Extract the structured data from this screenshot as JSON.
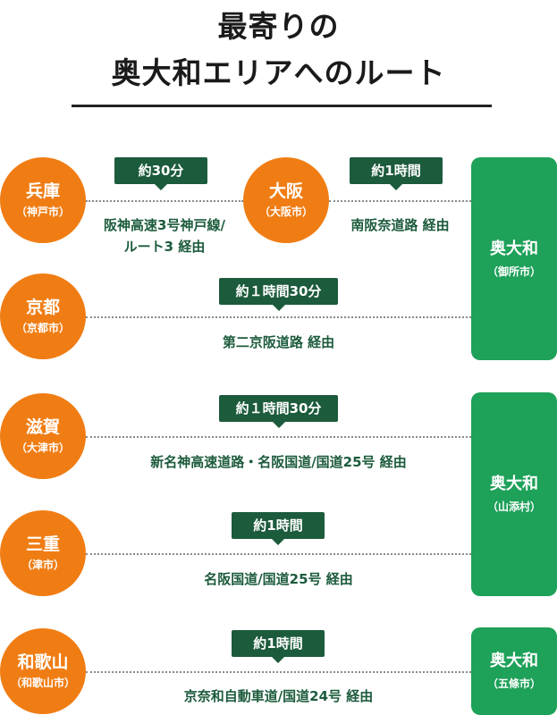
{
  "title": {
    "line1": "最寄りの",
    "line2": "奥大和エリアへのルート"
  },
  "origins": {
    "hyogo": {
      "name": "兵庫",
      "city": "（神戸市）"
    },
    "osaka": {
      "name": "大阪",
      "city": "（大阪市）"
    },
    "kyoto": {
      "name": "京都",
      "city": "（京都市）"
    },
    "shiga": {
      "name": "滋賀",
      "city": "（大津市）"
    },
    "mie": {
      "name": "三重",
      "city": "（津市）"
    },
    "wakayama": {
      "name": "和歌山",
      "city": "（和歌山市）"
    }
  },
  "destinations": {
    "gose": {
      "name": "奥大和",
      "city": "（御所市）"
    },
    "sanzoson": {
      "name": "奥大和",
      "city": "（山添村）"
    },
    "gojo": {
      "name": "奥大和",
      "city": "（五條市）"
    }
  },
  "routes": {
    "hyogo_osaka": {
      "time": "約30分",
      "line1": "阪神高速3号神戸線/",
      "line2": "ルート3 経由"
    },
    "osaka_gose": {
      "time": "約1時間",
      "via": "南阪奈道路 経由"
    },
    "kyoto_gose": {
      "time": "約１時間30分",
      "via": "第二京阪道路 経由"
    },
    "shiga": {
      "time": "約１時間30分",
      "via": "新名神高速道路・名阪国道/国道25号 経由"
    },
    "mie": {
      "time": "約1時間",
      "via": "名阪国道/国道25号 経由"
    },
    "wakayama": {
      "time": "約1時間",
      "via": "京奈和自動車道/国道24号 経由"
    }
  },
  "colors": {
    "origin": "#f07d14",
    "destination": "#1ea159",
    "badge": "#1c5b3c",
    "route_text": "#1c5b3c"
  }
}
